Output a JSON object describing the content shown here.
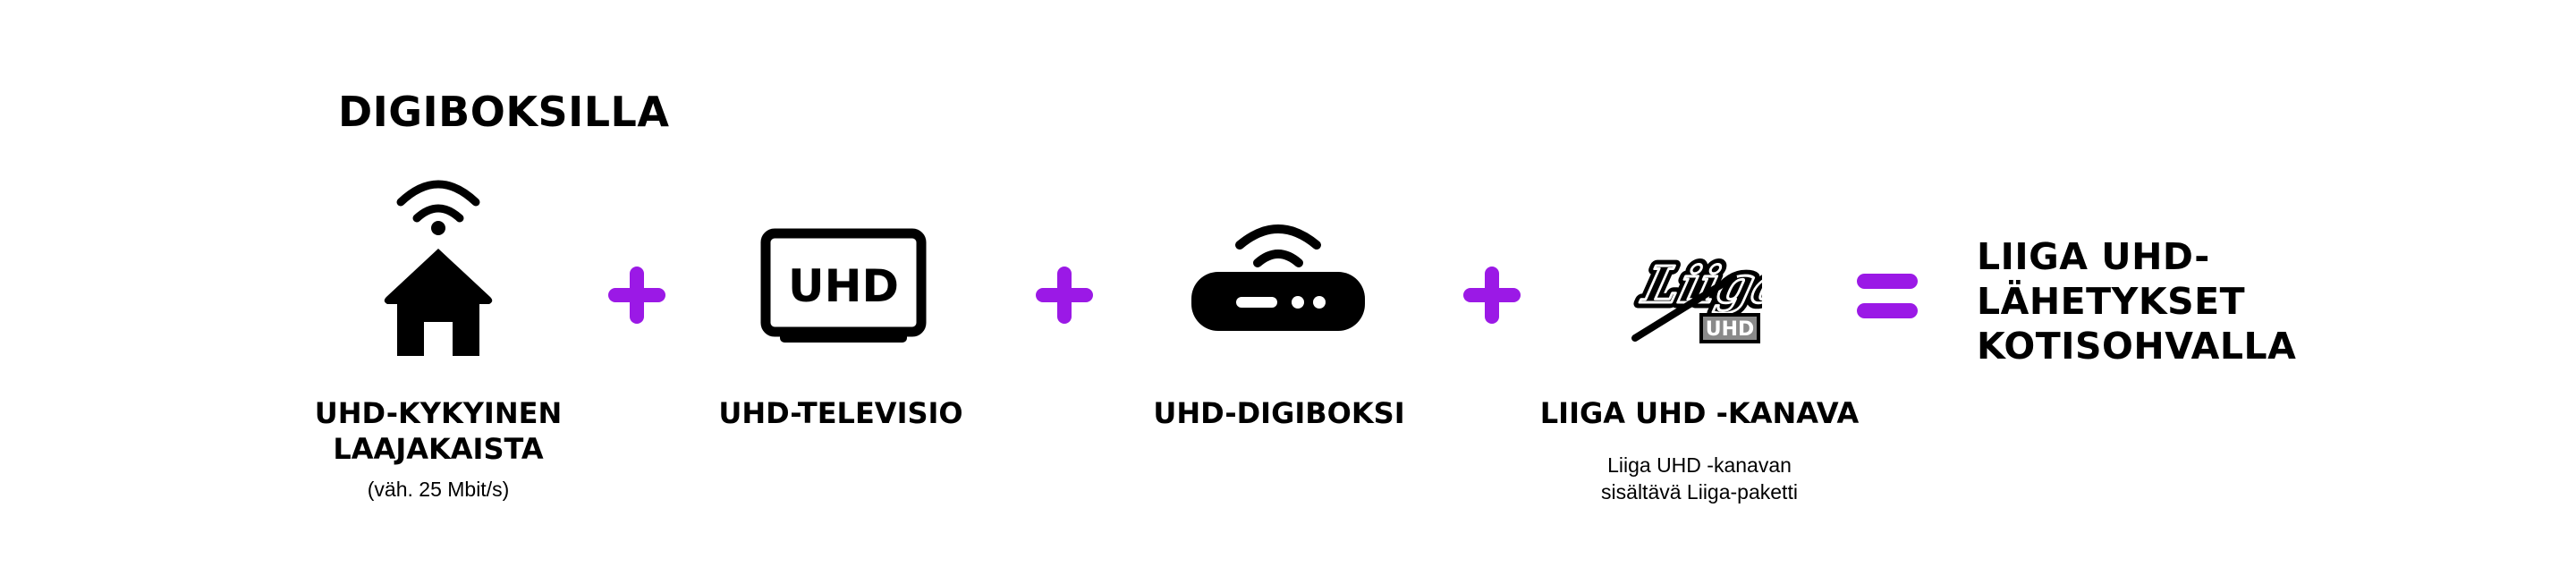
{
  "heading": "DIGIBOKSILLA",
  "items": [
    {
      "icon": "wifi-house-icon",
      "label_lines": [
        "UHD-KYKYINEN",
        "LAAJAKAISTA"
      ],
      "sub_lines": [
        "(väh. 25 Mbit/s)"
      ]
    },
    {
      "icon": "uhd-tv-icon",
      "screen_text": "UHD",
      "label_lines": [
        "UHD-TELEVISIO"
      ],
      "sub_lines": []
    },
    {
      "icon": "set-top-box-icon",
      "label_lines": [
        "UHD-DIGIBOKSI"
      ],
      "sub_lines": []
    },
    {
      "icon": "liiga-uhd-logo",
      "logo_text": "Liiga",
      "badge_text": "UHD",
      "label_lines": [
        "LIIGA UHD -KANAVA"
      ],
      "sub_lines": [
        "Liiga UHD -kanavan",
        "sisältävä Liiga-paketti"
      ]
    }
  ],
  "operators": [
    "plus",
    "plus",
    "plus",
    "equals"
  ],
  "result_lines": [
    "LIIGA UHD-",
    "LÄHETYKSET",
    "KOTISOHVALLA"
  ],
  "colors": {
    "accent": "#9B19E6",
    "text": "#000000",
    "badge_bg": "#8A8A8A"
  }
}
